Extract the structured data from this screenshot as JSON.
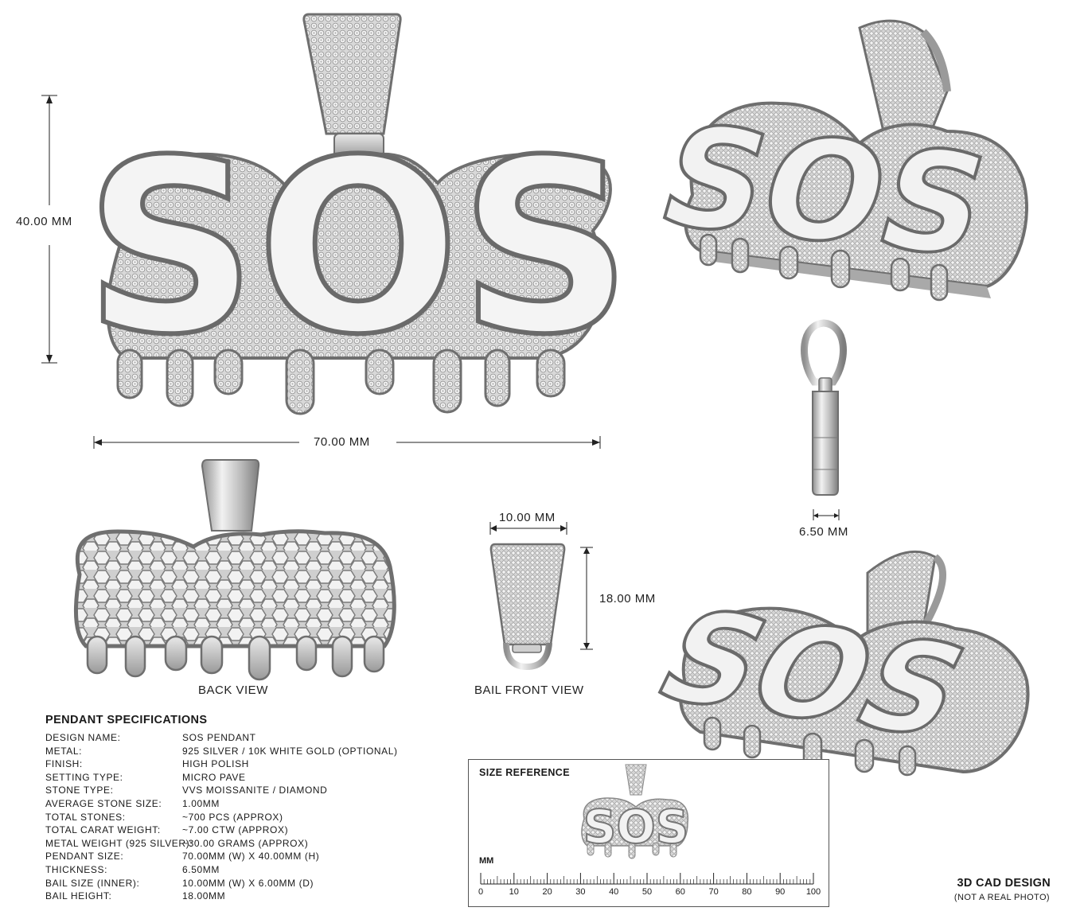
{
  "dimensions": {
    "height": "40.00 MM",
    "width": "70.00 MM",
    "bail_width": "10.00 MM",
    "bail_height": "18.00 MM",
    "thickness": "6.50 MM"
  },
  "pendant_word": "SOS",
  "views": {
    "back": "BACK VIEW",
    "bail_front": "BAIL FRONT VIEW"
  },
  "specs": {
    "title": "PENDANT SPECIFICATIONS",
    "rows": [
      {
        "k": "DESIGN NAME:",
        "v": "SOS PENDANT"
      },
      {
        "k": "METAL:",
        "v": "925 SILVER / 10K WHITE GOLD (OPTIONAL)"
      },
      {
        "k": "FINISH:",
        "v": "HIGH POLISH"
      },
      {
        "k": "SETTING TYPE:",
        "v": "MICRO PAVE"
      },
      {
        "k": "STONE TYPE:",
        "v": "VVS MOISSANITE / DIAMOND"
      },
      {
        "k": "AVERAGE STONE SIZE:",
        "v": "1.00MM"
      },
      {
        "k": "TOTAL STONES:",
        "v": "~700 PCS (APPROX)"
      },
      {
        "k": "TOTAL CARAT WEIGHT:",
        "v": "~7.00 CTW (APPROX)"
      },
      {
        "k": "METAL WEIGHT (925 SILVER):",
        "v": "~30.00 GRAMS (APPROX)"
      },
      {
        "k": "PENDANT SIZE:",
        "v": "70.00MM (W) X 40.00MM (H)"
      },
      {
        "k": "THICKNESS:",
        "v": "6.50MM"
      },
      {
        "k": "BAIL SIZE (INNER):",
        "v": "10.00MM (W) X 6.00MM (D)"
      },
      {
        "k": "BAIL HEIGHT:",
        "v": "18.00MM"
      }
    ]
  },
  "size_reference": {
    "title": "SIZE REFERENCE",
    "unit": "MM",
    "ticks": [
      "0",
      "10",
      "20",
      "30",
      "40",
      "50",
      "60",
      "70",
      "80",
      "90",
      "100"
    ]
  },
  "footer": {
    "title": "3D CAD DESIGN",
    "subtitle": "(NOT A REAL PHOTO)"
  }
}
